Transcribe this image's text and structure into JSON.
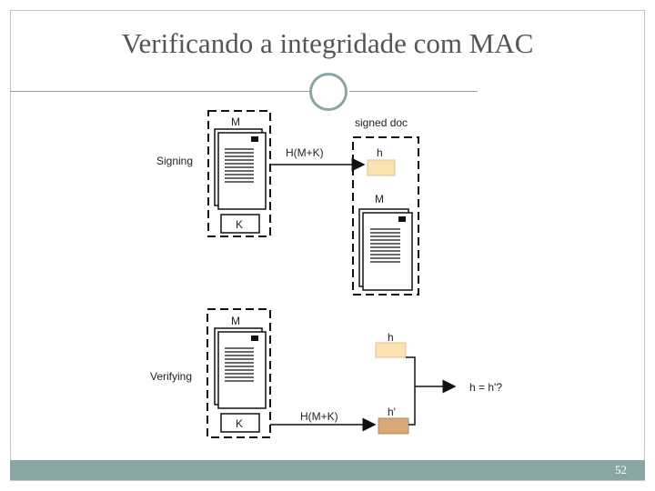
{
  "title": "Verificando a integridade com MAC",
  "page_number": "52",
  "colors": {
    "accent": "#8aa5a5",
    "hash_light": "#fbe2b0",
    "hash_dark": "#d9a878"
  },
  "signing": {
    "label": "Signing",
    "message_label": "M",
    "key_label": "K",
    "hash_label": "H(M+K)",
    "signed_doc_label": "signed doc",
    "signed_hash_label": "h",
    "signed_message_label": "M"
  },
  "verifying": {
    "label": "Verifying",
    "message_label": "M",
    "key_label": "K",
    "hash_label": "H(M+K)",
    "received_hash_label": "h",
    "computed_hash_label": "h'",
    "compare_label": "h = h'?"
  }
}
